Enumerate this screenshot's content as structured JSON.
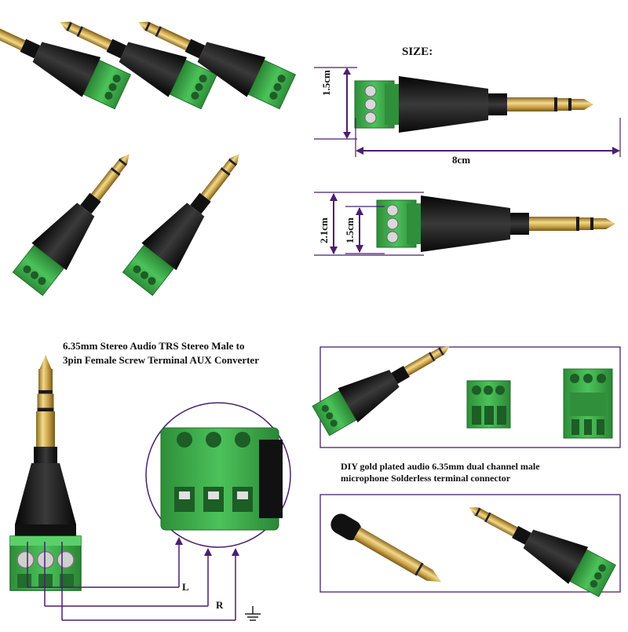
{
  "size_title": "SIZE:",
  "dimensions": {
    "height_top": "1.5cm",
    "length": "8cm",
    "height_outer": "2.1cm",
    "height_inner": "1.5cm"
  },
  "caption_top": {
    "line1": "6.35mm Stereo Audio TRS Stereo Male to",
    "line2": "3pin Female Screw Terminal  AUX Converter"
  },
  "caption_mid": {
    "line1": "DIY gold plated audio 6.35mm dual channel male",
    "line2": "microphone Solderless terminal connector"
  },
  "wiring": {
    "left": "L",
    "right": "R"
  },
  "colors": {
    "terminal_green": "#3fae4b",
    "plug_black": "#1c1c1c",
    "gold": "#c9a24a",
    "dimension_purple": "#4b1f6f"
  }
}
